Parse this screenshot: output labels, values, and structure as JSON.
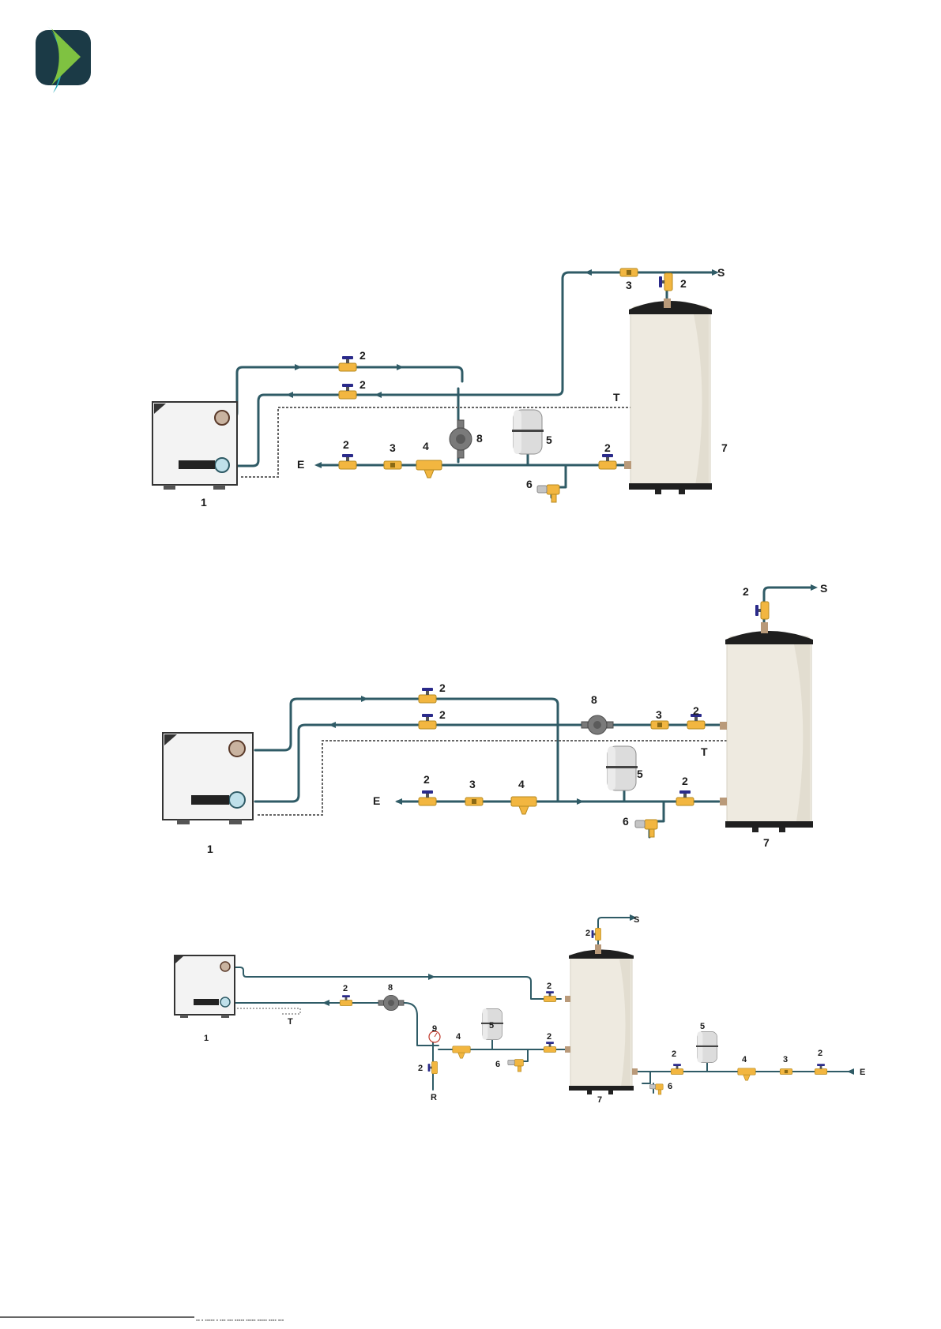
{
  "labels": {
    "one": "1",
    "two": "2",
    "three": "3",
    "four": "4",
    "five": "5",
    "six": "6",
    "seven": "7",
    "eight": "8",
    "nine": "9",
    "E": "E",
    "S": "S",
    "T": "T",
    "R": "R"
  },
  "colors": {
    "pipe": "#2f5b66",
    "valve": "#f2b640",
    "valve_handle": "#2a2a8a",
    "tank": "#eeeae0",
    "logo_dark": "#1b3a46",
    "logo_green": "#7fc241",
    "logo_teal": "#1fa6b8"
  },
  "icons": [
    "company-logo",
    "boiler-icon",
    "hot-water-tank-icon",
    "expansion-vessel-icon",
    "circulation-pump-icon",
    "ball-valve-icon",
    "check-valve-icon",
    "strainer-filter-icon",
    "safety-valve-icon",
    "thermometer-icon"
  ],
  "footer": {
    "text": "▪▪ ▪ ▪▪▪▪▪ ▪ ▪▪▪ ▪▪▪ ▪▪▪▪▪ ▪▪▪▪▪ ▪▪▪▪▪ ▪▪▪▪ ▪▪▪"
  }
}
